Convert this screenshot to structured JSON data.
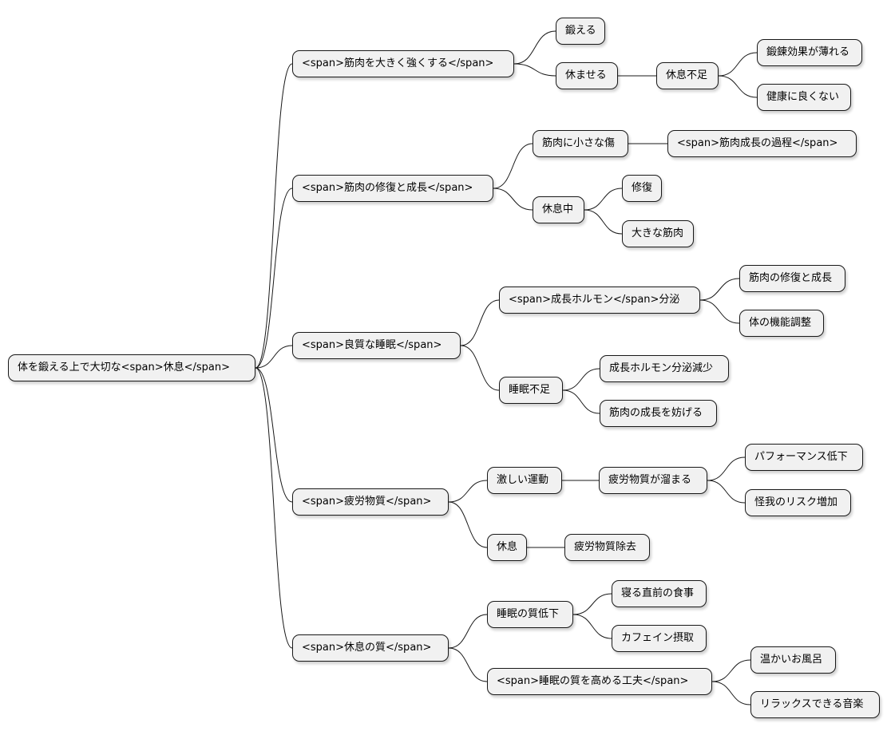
{
  "mindmap": {
    "root": "体を鍛える上で大切な<span>休息</span>",
    "branches": [
      {
        "label": "<span>筋肉を大きく強くする</span>",
        "children": [
          {
            "label": "鍛える"
          },
          {
            "label": "休ませる",
            "children": [
              {
                "label": "休息不足",
                "children": [
                  {
                    "label": "鍛錬効果が薄れる"
                  },
                  {
                    "label": "健康に良くない"
                  }
                ]
              }
            ]
          }
        ]
      },
      {
        "label": "<span>筋肉の修復と成長</span>",
        "children": [
          {
            "label": "筋肉に小さな傷",
            "children": [
              {
                "label": "<span>筋肉成長の過程</span>"
              }
            ]
          },
          {
            "label": "休息中",
            "children": [
              {
                "label": "修復"
              },
              {
                "label": "大きな筋肉"
              }
            ]
          }
        ]
      },
      {
        "label": "<span>良質な睡眠</span>",
        "children": [
          {
            "label": "<span>成長ホルモン</span>分泌",
            "children": [
              {
                "label": "筋肉の修復と成長"
              },
              {
                "label": "体の機能調整"
              }
            ]
          },
          {
            "label": "睡眠不足",
            "children": [
              {
                "label": "成長ホルモン分泌減少"
              },
              {
                "label": "筋肉の成長を妨げる"
              }
            ]
          }
        ]
      },
      {
        "label": "<span>疲労物質</span>",
        "children": [
          {
            "label": "激しい運動",
            "children": [
              {
                "label": "疲労物質が溜まる",
                "children": [
                  {
                    "label": "パフォーマンス低下"
                  },
                  {
                    "label": "怪我のリスク増加"
                  }
                ]
              }
            ]
          },
          {
            "label": "休息",
            "children": [
              {
                "label": "疲労物質除去"
              }
            ]
          }
        ]
      },
      {
        "label": "<span>休息の質</span>",
        "children": [
          {
            "label": "睡眠の質低下",
            "children": [
              {
                "label": "寝る直前の食事"
              },
              {
                "label": "カフェイン摂取"
              }
            ]
          },
          {
            "label": "<span>睡眠の質を高める工夫</span>",
            "children": [
              {
                "label": "温かいお風呂"
              },
              {
                "label": "リラックスできる音楽"
              }
            ]
          }
        ]
      }
    ]
  }
}
